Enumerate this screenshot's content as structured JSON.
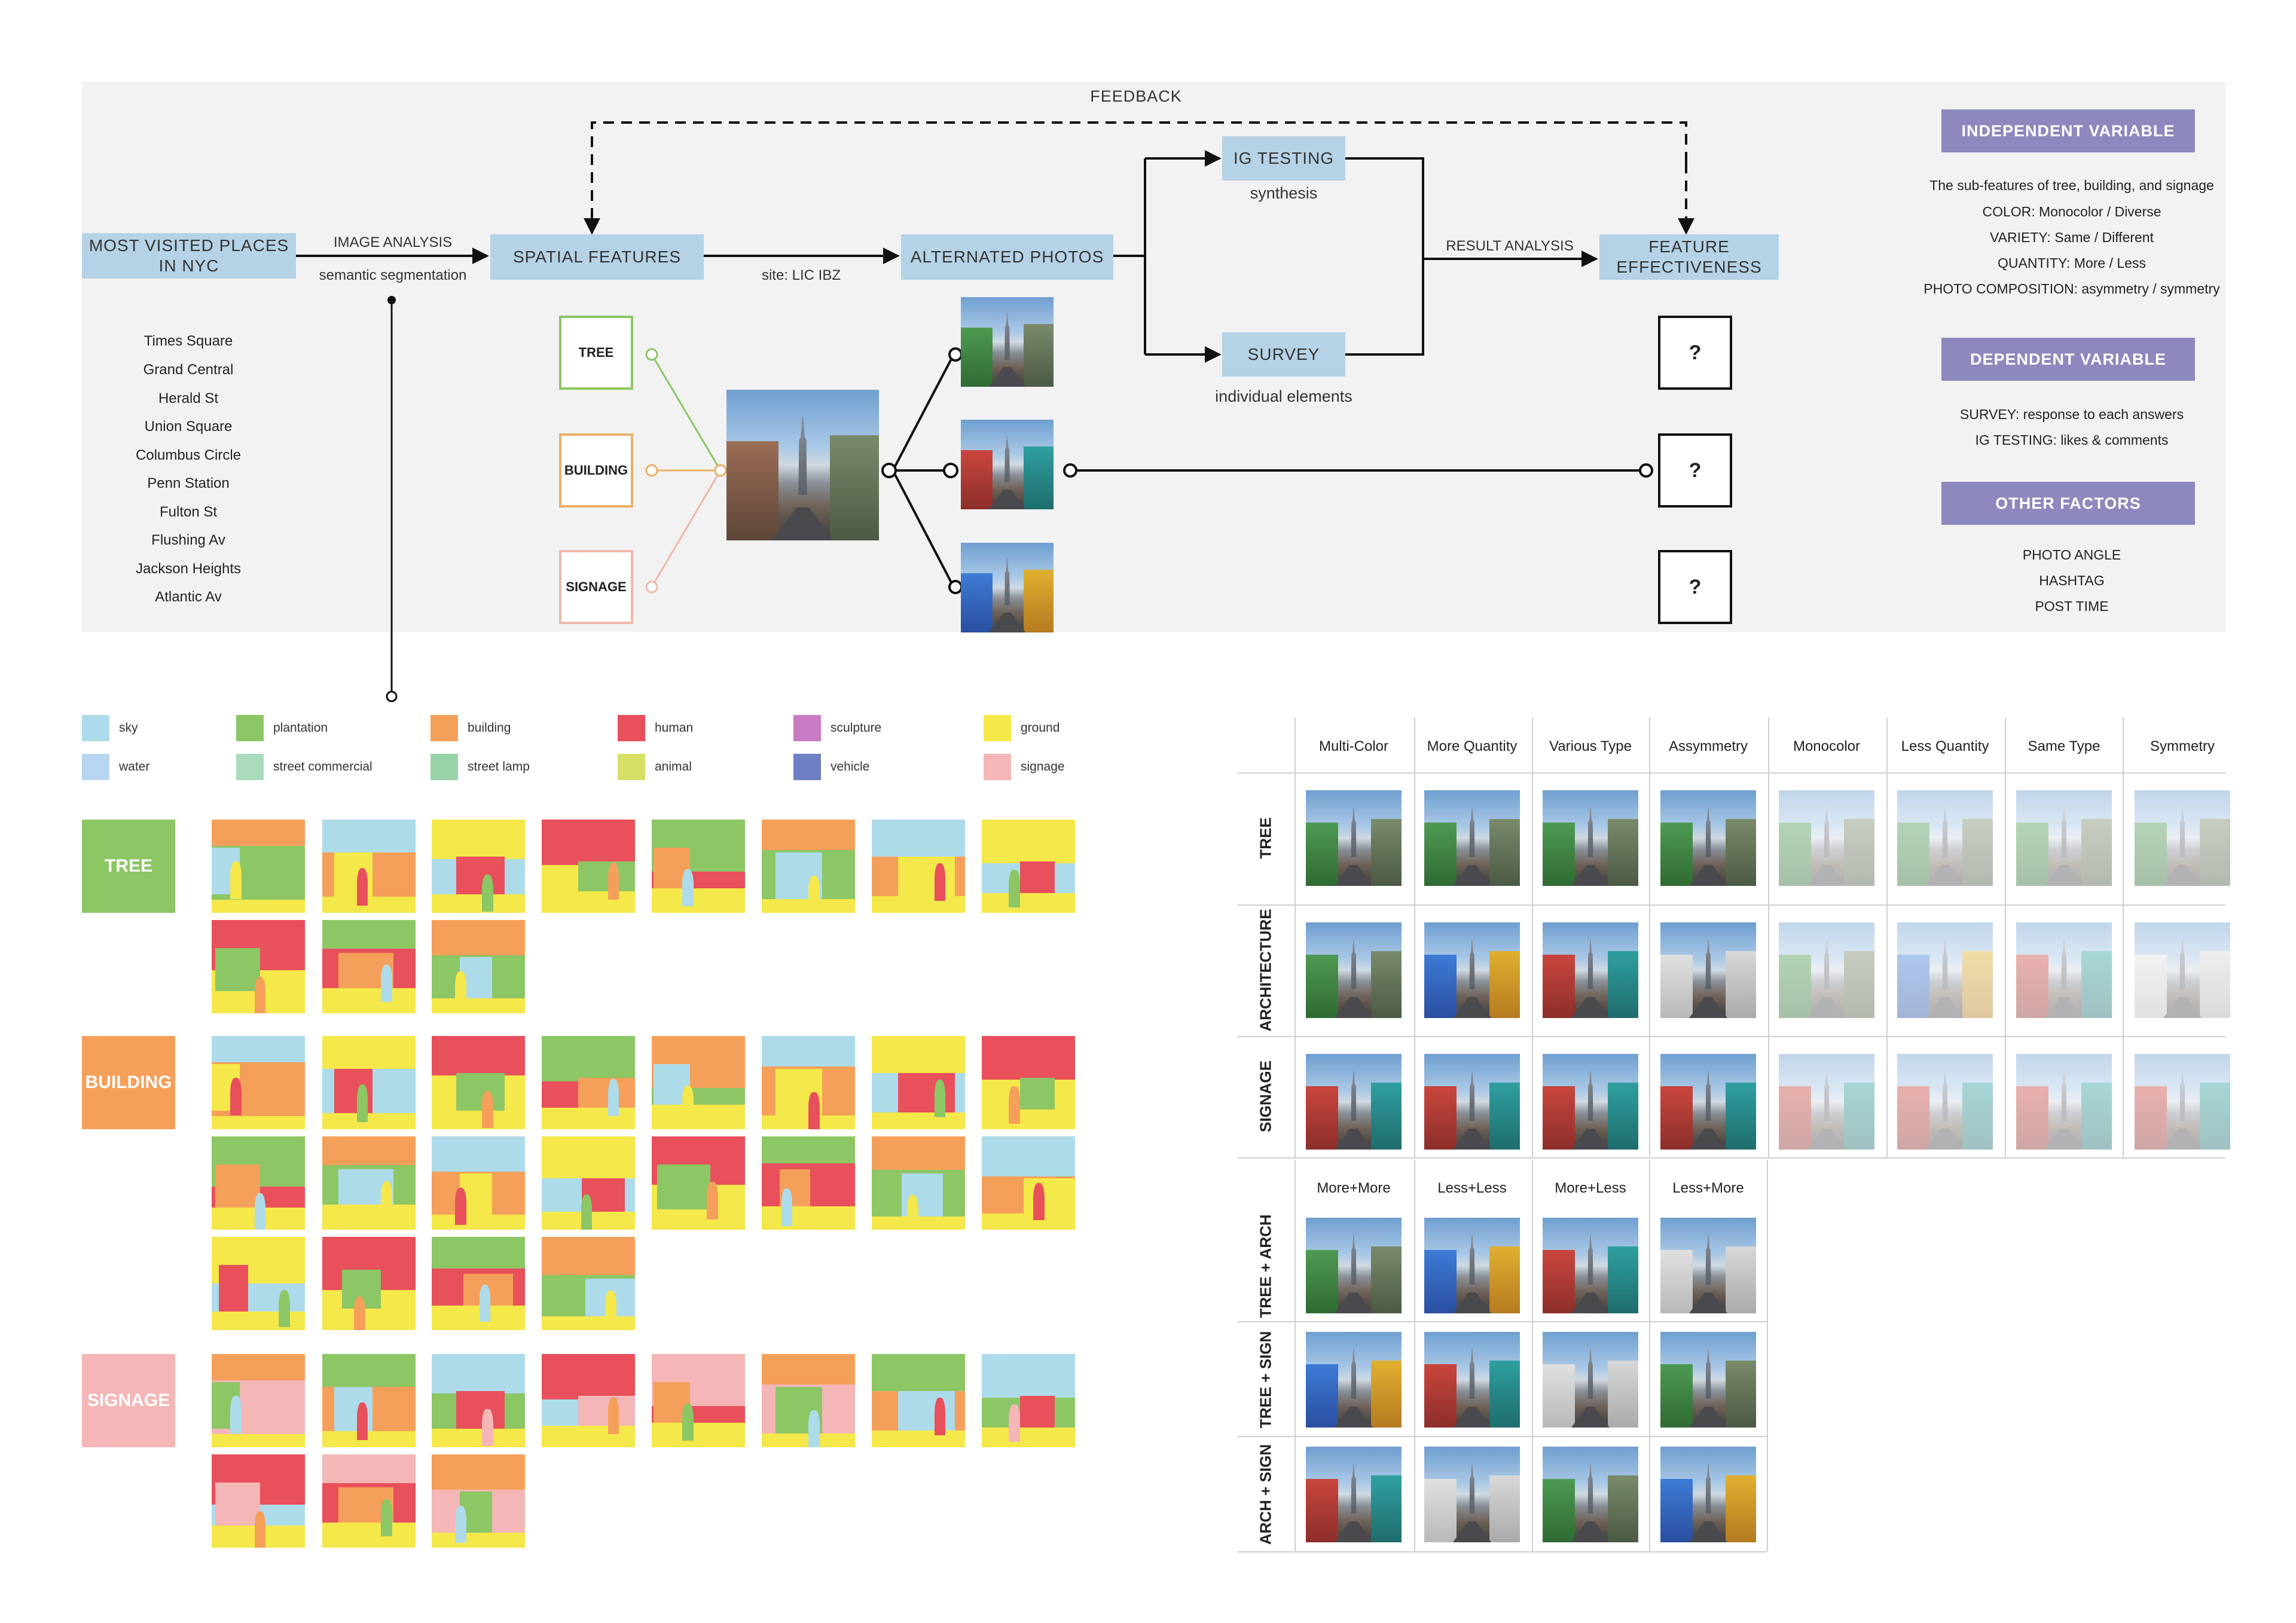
{
  "flow": {
    "feedback": "FEEDBACK",
    "most_visited": "MOST VISITED PLACES IN NYC",
    "image_analysis": "IMAGE ANALYSIS",
    "semantic_segmentation": "semantic segmentation",
    "spatial_features": "SPATIAL FEATURES",
    "site": "site: LIC IBZ",
    "alternated_photos": "ALTERNATED PHOTOS",
    "ig_testing": "IG TESTING",
    "synthesis": "synthesis",
    "survey": "SURVEY",
    "individual_elements": "individual elements",
    "result_analysis": "RESULT ANALYSIS",
    "feature_effectiveness": "FEATURE EFFECTIVENESS",
    "features": [
      "TREE",
      "BUILDING",
      "SIGNAGE"
    ],
    "question_mark": "?"
  },
  "places": [
    "Times Square",
    "Grand Central",
    "Herald St",
    "Union Square",
    "Columbus Circle",
    "Penn Station",
    "Fulton St",
    "Flushing Av",
    "Jackson Heights",
    "Atlantic Av"
  ],
  "variables": {
    "independent_title": "INDEPENDENT VARIABLE",
    "independent_lines": [
      "The sub-features of tree, building, and signage",
      "COLOR: Monocolor / Diverse",
      "VARIETY: Same / Different",
      "QUANTITY: More / Less",
      "PHOTO COMPOSITION: asymmetry / symmetry"
    ],
    "dependent_title": "DEPENDENT VARIABLE",
    "dependent_lines": [
      "SURVEY: response to each answers",
      "IG TESTING: likes & comments"
    ],
    "other_title": "OTHER FACTORS",
    "other_lines": [
      "PHOTO ANGLE",
      "HASHTAG",
      "POST TIME"
    ]
  },
  "legend": [
    {
      "label": "sky",
      "color": "#aedbea"
    },
    {
      "label": "plantation",
      "color": "#8cc665"
    },
    {
      "label": "building",
      "color": "#f5a05a"
    },
    {
      "label": "human",
      "color": "#e8505b"
    },
    {
      "label": "sculpture",
      "color": "#c97cc4"
    },
    {
      "label": "ground",
      "color": "#f5e84a"
    },
    {
      "label": "water",
      "color": "#b8d6f0"
    },
    {
      "label": "street commercial",
      "color": "#a8dcbc"
    },
    {
      "label": "street lamp",
      "color": "#98d4a8"
    },
    {
      "label": "animal",
      "color": "#d6e066"
    },
    {
      "label": "vehicle",
      "color": "#6f7fc4"
    },
    {
      "label": "signage",
      "color": "#f4b6b6"
    }
  ],
  "categories": [
    {
      "label": "TREE",
      "color": "#8cc665"
    },
    {
      "label": "BUILDING",
      "color": "#f5a05a"
    },
    {
      "label": "SIGNAGE",
      "color": "#f4b6b6"
    }
  ],
  "matrix": {
    "columns": [
      "Multi-Color",
      "More Quantity",
      "Various Type",
      "Assymmetry",
      "Monocolor",
      "Less Quantity",
      "Same Type",
      "Symmetry"
    ],
    "rows": [
      "TREE",
      "ARCHITECTURE",
      "SIGNAGE"
    ],
    "combo_columns": [
      "More+More",
      "Less+Less",
      "More+Less",
      "Less+More"
    ],
    "combo_rows": [
      "TREE + ARCH",
      "TREE + SIGN",
      "ARCH + SIGN"
    ]
  }
}
